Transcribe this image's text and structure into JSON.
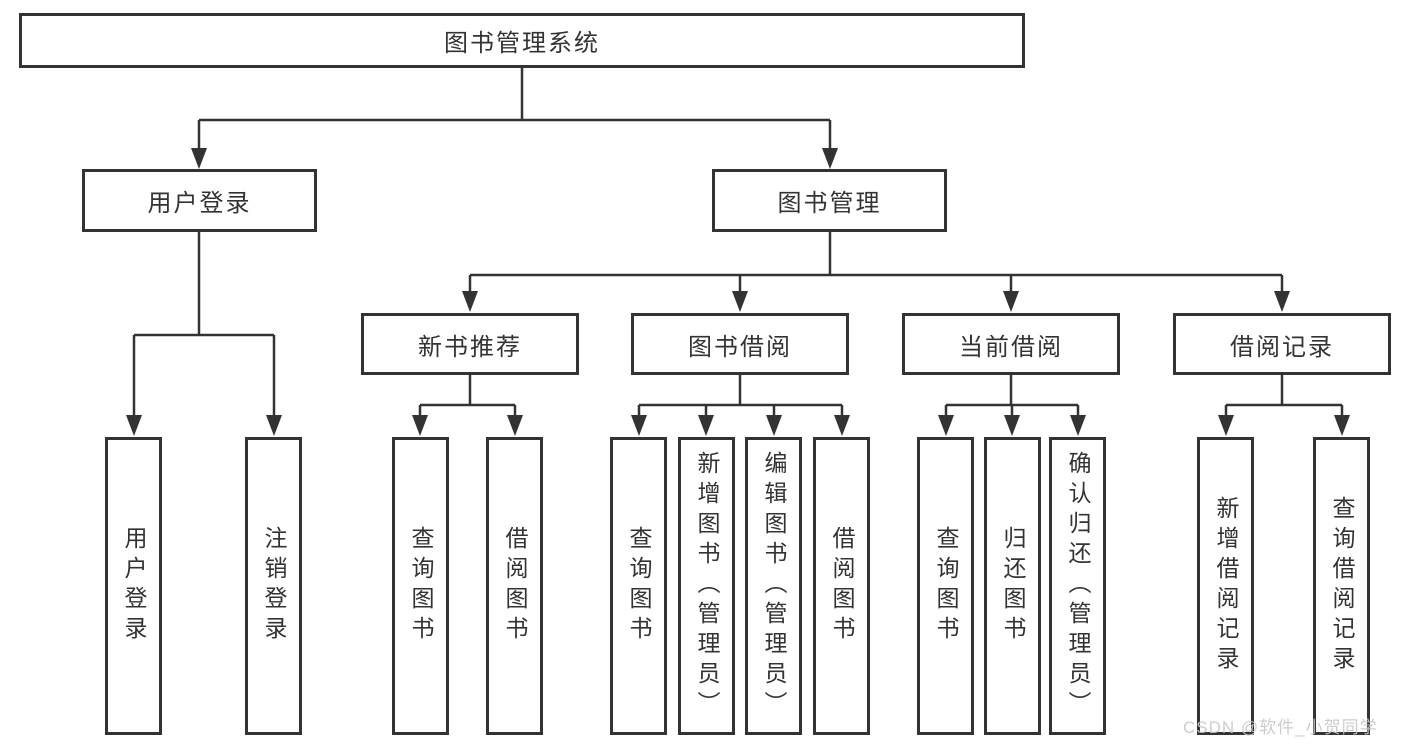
{
  "tree": {
    "root": "图书管理系统",
    "children": [
      {
        "label": "用户登录",
        "children": [
          {
            "label": "用户登录"
          },
          {
            "label": "注销登录"
          }
        ]
      },
      {
        "label": "图书管理",
        "children": [
          {
            "label": "新书推荐",
            "children": [
              {
                "label": "查询图书"
              },
              {
                "label": "借阅图书"
              }
            ]
          },
          {
            "label": "图书借阅",
            "children": [
              {
                "label": "查询图书"
              },
              {
                "label": "新增图书（管理员）"
              },
              {
                "label": "编辑图书（管理员）"
              },
              {
                "label": "借阅图书"
              }
            ]
          },
          {
            "label": "当前借阅",
            "children": [
              {
                "label": "查询图书"
              },
              {
                "label": "归还图书"
              },
              {
                "label": "确认归还（管理员）"
              }
            ]
          },
          {
            "label": "借阅记录",
            "children": [
              {
                "label": "新增借阅记录"
              },
              {
                "label": "查询借阅记录"
              }
            ]
          }
        ]
      }
    ]
  },
  "watermark": {
    "text": "CSDN @软件_小贺同学",
    "color": "#c7c7c7"
  },
  "colors": {
    "line": "#333333",
    "text": "#333333",
    "background": "#ffffff"
  }
}
